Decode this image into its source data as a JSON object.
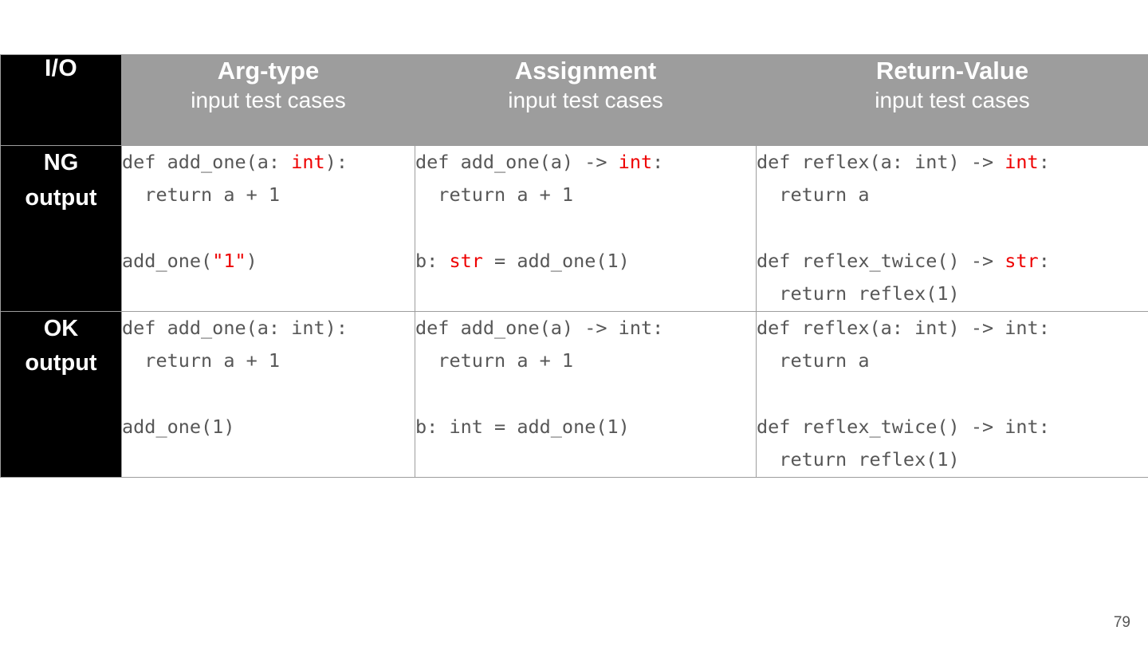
{
  "slide": {
    "page_number": "79",
    "colors": {
      "header_gray": "#9d9d9d",
      "label_black": "#000000",
      "code_gray": "#575757",
      "highlight_red": "#ee0000",
      "border_gray": "#9d9d9d",
      "background": "#ffffff"
    }
  },
  "table": {
    "corner_header": "I/O",
    "columns": [
      {
        "title": "Arg-type",
        "subtitle": "input test cases"
      },
      {
        "title": "Assignment",
        "subtitle": "input test cases"
      },
      {
        "title": "Return-Value",
        "subtitle": "input test cases"
      }
    ],
    "rows": [
      {
        "label_line1": "NG",
        "label_line2": "output",
        "cells": [
          {
            "segments": [
              {
                "t": "def add_one(a: ",
                "hl": false
              },
              {
                "t": "int",
                "hl": true
              },
              {
                "t": "):\n  return a + 1\n\nadd_one(",
                "hl": false
              },
              {
                "t": "\"1\"",
                "hl": true
              },
              {
                "t": ")",
                "hl": false
              }
            ]
          },
          {
            "segments": [
              {
                "t": "def add_one(a) -> ",
                "hl": false
              },
              {
                "t": "int",
                "hl": true
              },
              {
                "t": ":\n  return a + 1\n\nb: ",
                "hl": false
              },
              {
                "t": "str",
                "hl": true
              },
              {
                "t": " = add_one(1)",
                "hl": false
              }
            ]
          },
          {
            "segments": [
              {
                "t": "def reflex(a: int) -> ",
                "hl": false
              },
              {
                "t": "int",
                "hl": true
              },
              {
                "t": ":\n  return a\n\ndef reflex_twice() -> ",
                "hl": false
              },
              {
                "t": "str",
                "hl": true
              },
              {
                "t": ":\n  return reflex(1)",
                "hl": false
              }
            ]
          }
        ]
      },
      {
        "label_line1": "OK",
        "label_line2": "output",
        "cells": [
          {
            "segments": [
              {
                "t": "def add_one(a: int):\n  return a + 1\n\nadd_one(1)",
                "hl": false
              }
            ]
          },
          {
            "segments": [
              {
                "t": "def add_one(a) -> int:\n  return a + 1\n\nb: int = add_one(1)",
                "hl": false
              }
            ]
          },
          {
            "segments": [
              {
                "t": "def reflex(a: int) -> int:\n  return a\n\ndef reflex_twice() -> int:\n  return reflex(1)",
                "hl": false
              }
            ]
          }
        ]
      }
    ]
  }
}
